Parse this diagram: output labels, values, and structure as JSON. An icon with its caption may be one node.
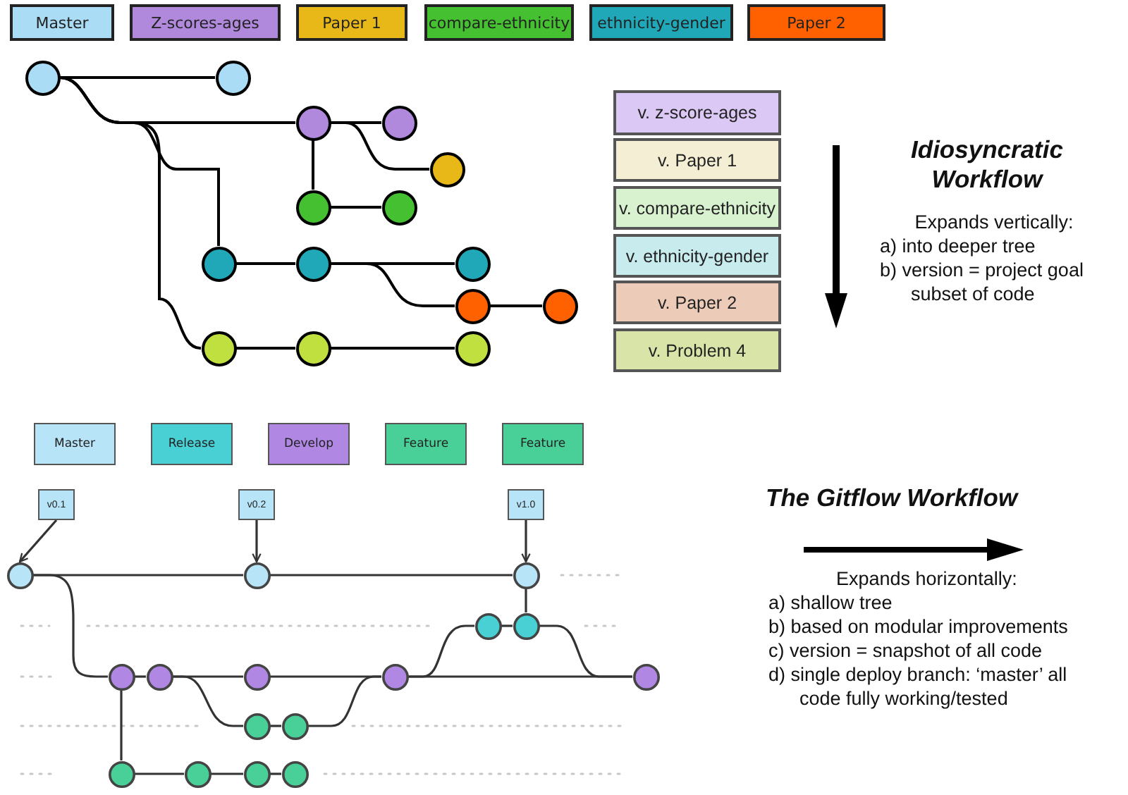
{
  "diagram": {
    "nodes": [
      {
        "text": [],
        "shape": "circle"
      },
      {
        "text": [],
        "shape": "circle"
      },
      {
        "text": [],
        "shape": "circle"
      },
      {
        "text": [],
        "shape": "circle"
      },
      {
        "text": [],
        "shape": "circle"
      },
      {
        "text": [],
        "shape": "circle"
      },
      {
        "text": [],
        "shape": "circle"
      },
      {
        "text": [],
        "shape": "circle"
      },
      {
        "text": [],
        "shape": "circle"
      },
      {
        "text": [],
        "shape": "circle"
      },
      {
        "text": [],
        "shape": "circle"
      },
      {
        "text": [],
        "shape": "circle"
      },
      {
        "text": [],
        "shape": "circle"
      },
      {
        "text": [],
        "shape": "circle"
      },
      {
        "text": [],
        "shape": "circle"
      },
      {
        "text": [
          "v. z-score-ages"
        ]
      },
      {
        "text": [
          "v. Paper 1"
        ]
      },
      {
        "text": [
          "v. compare-ethnicity"
        ]
      },
      {
        "text": [
          "v. ethnicity-gender"
        ]
      },
      {
        "text": [
          "v. Paper 2"
        ]
      },
      {
        "text": [
          "v. Problem 4"
        ]
      },
      {
        "text": [
          "v0.1"
        ]
      },
      {
        "text": [
          "v0.2"
        ]
      },
      {
        "text": [
          "v1.0"
        ]
      },
      {
        "text": [],
        "shape": "circle"
      },
      {
        "text": [],
        "shape": "circle"
      },
      {
        "text": [],
        "shape": "circle"
      },
      {
        "text": [],
        "shape": "circle"
      },
      {
        "text": [],
        "shape": "circle"
      },
      {
        "text": [],
        "shape": "circle"
      },
      {
        "text": [],
        "shape": "circle"
      },
      {
        "text": [],
        "shape": "circle"
      },
      {
        "text": [],
        "shape": "circle"
      },
      {
        "text": [],
        "shape": "circle"
      },
      {
        "text": [],
        "shape": "circle"
      },
      {
        "text": [],
        "shape": "circle"
      },
      {
        "text": [],
        "shape": "circle"
      },
      {
        "text": [],
        "shape": "circle"
      },
      {
        "text": [],
        "shape": "circle"
      },
      {
        "text": [],
        "shape": "circle"
      }
    ],
    "edges": [
      {
        "from": 0,
        "to": 1,
        "arrow": "none"
      },
      {
        "from": 0,
        "to": 2,
        "arrow": "none"
      },
      {
        "from": 0,
        "to": 7,
        "arrow": "none"
      },
      {
        "from": 0,
        "to": 12,
        "arrow": "none"
      },
      {
        "from": 2,
        "to": 3,
        "arrow": "none"
      },
      {
        "from": 2,
        "to": 4,
        "arrow": "none"
      },
      {
        "from": 2,
        "to": 5,
        "arrow": "none"
      },
      {
        "from": 5,
        "to": 6,
        "arrow": "none"
      },
      {
        "from": 7,
        "to": 8,
        "arrow": "none"
      },
      {
        "from": 8,
        "to": 9,
        "arrow": "none"
      },
      {
        "from": 8,
        "to": 10,
        "arrow": "none"
      },
      {
        "from": 10,
        "to": 11,
        "arrow": "none"
      },
      {
        "from": 12,
        "to": 13,
        "arrow": "none"
      },
      {
        "from": 13,
        "to": 14,
        "arrow": "none"
      },
      {
        "from": 21,
        "to": 24,
        "arrow": "to"
      },
      {
        "from": 22,
        "to": 25,
        "arrow": "to"
      },
      {
        "from": 23,
        "to": 26,
        "arrow": "to"
      },
      {
        "from": 24,
        "to": 25,
        "arrow": "none"
      },
      {
        "from": 25,
        "to": 26,
        "arrow": "none"
      },
      {
        "from": 24,
        "to": 29,
        "arrow": "none"
      },
      {
        "from": 29,
        "to": 30,
        "arrow": "none"
      },
      {
        "from": 30,
        "to": 31,
        "arrow": "none"
      },
      {
        "from": 31,
        "to": 32,
        "arrow": "none"
      },
      {
        "from": 32,
        "to": 33,
        "arrow": "none"
      },
      {
        "from": 30,
        "to": 34,
        "arrow": "none"
      },
      {
        "from": 34,
        "to": 35,
        "arrow": "none"
      },
      {
        "from": 35,
        "to": 32,
        "arrow": "none"
      },
      {
        "from": 32,
        "to": 27,
        "arrow": "none"
      },
      {
        "from": 27,
        "to": 28,
        "arrow": "none"
      },
      {
        "from": 28,
        "to": 26,
        "arrow": "none"
      },
      {
        "from": 28,
        "to": 33,
        "arrow": "none"
      },
      {
        "from": 29,
        "to": 36,
        "arrow": "none"
      },
      {
        "from": 36,
        "to": 37,
        "arrow": "none"
      },
      {
        "from": 37,
        "to": 38,
        "arrow": "none"
      },
      {
        "from": 38,
        "to": 39,
        "arrow": "none"
      }
    ],
    "labels": [
      "Idiosyncratic Workflow",
      "Expands vertically:",
      "a) into deeper tree",
      "b) version = project goal subset of code",
      "The Gitflow Workflow",
      "Expands horizontally:",
      "a) shallow tree",
      "b) based on modular improvements",
      "c) version = snapshot of all code",
      "d) single deploy branch: ‘master’ all code fully working/tested"
    ],
    "legend": [
      {
        "text": "Master",
        "color": "#aadcf6"
      },
      {
        "text": "Z-scores-ages",
        "color": "#b088dc"
      },
      {
        "text": "Paper 1",
        "color": "#e8b818"
      },
      {
        "text": "compare-ethnicity",
        "color": "#44c030"
      },
      {
        "text": "ethnicity-gender",
        "color": "#20a8b8"
      },
      {
        "text": "Paper 2",
        "color": "#ff6000"
      },
      {
        "text": "Master",
        "color": "#b8e4f8"
      },
      {
        "text": "Release",
        "color": "#48d0d4"
      },
      {
        "text": "Develop",
        "color": "#b088e4"
      },
      {
        "text": "Feature",
        "color": "#48d098"
      },
      {
        "text": "Feature",
        "color": "#48d098"
      }
    ]
  }
}
